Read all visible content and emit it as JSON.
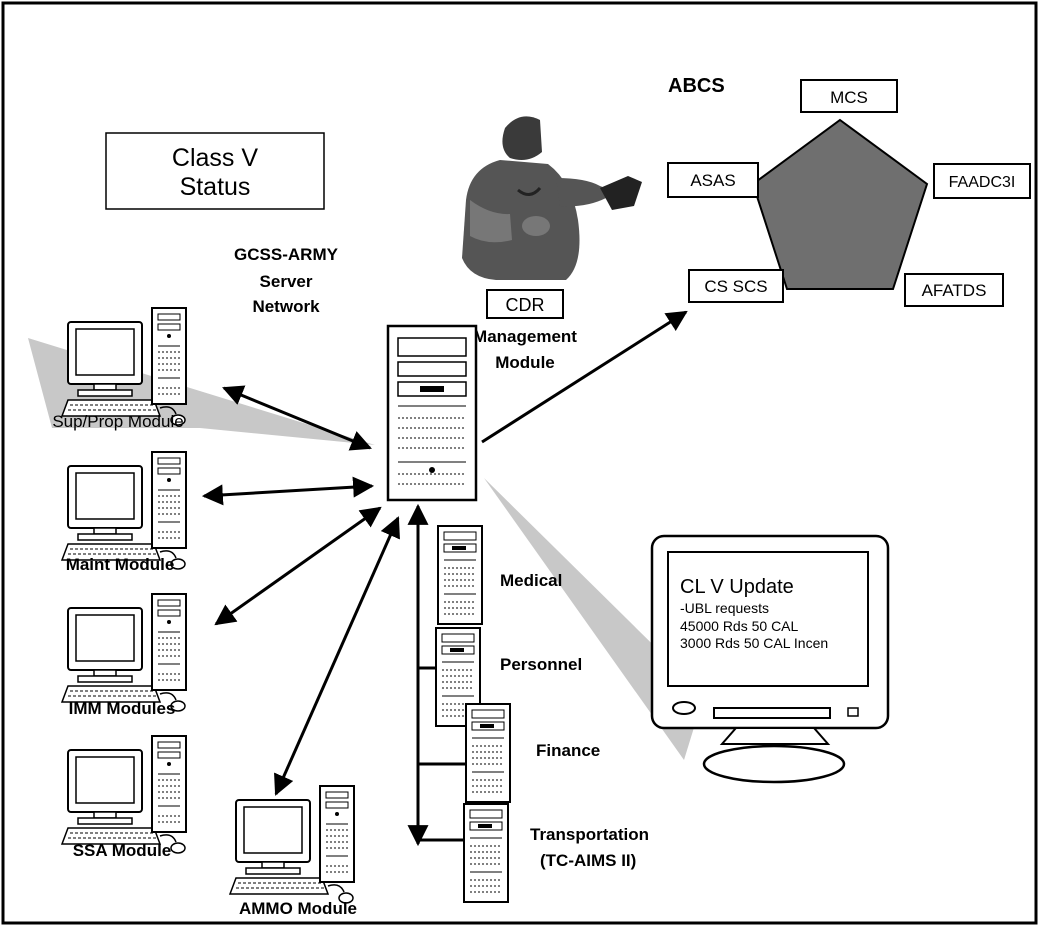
{
  "title_box": {
    "line1": "Class V",
    "line2": "Status"
  },
  "server_network": {
    "line1": "GCSS-ARMY",
    "line2": "Server",
    "line3": "Network"
  },
  "abcs": {
    "label": "ABCS",
    "nodes": {
      "mcs": "MCS",
      "asas": "ASAS",
      "faadc3i": "FAADC3I",
      "cs_scs": "CS SCS",
      "afatds": "AFATDS"
    }
  },
  "commander": {
    "badge": "CDR",
    "line1": "Management",
    "line2": "Module"
  },
  "modules": {
    "sup_prop": "Sup/Prop Module",
    "maint": "Maint Module",
    "imm": "IMM Modules",
    "ssa": "SSA Module",
    "ammo": "AMMO Module"
  },
  "servers": {
    "medical": "Medical",
    "personnel": "Personnel",
    "finance": "Finance",
    "transportation_line1": "Transportation",
    "transportation_line2": "(TC-AIMS II)"
  },
  "monitor": {
    "title": "CL V Update",
    "line1": "-UBL requests",
    "line2": "45000 Rds 50 CAL",
    "line3": "3000 Rds 50 CAL Incen"
  },
  "colors": {
    "border": "#000000",
    "pentagon": "#6f6f6f",
    "beam": "#c8c8c8",
    "background": "#ffffff"
  }
}
